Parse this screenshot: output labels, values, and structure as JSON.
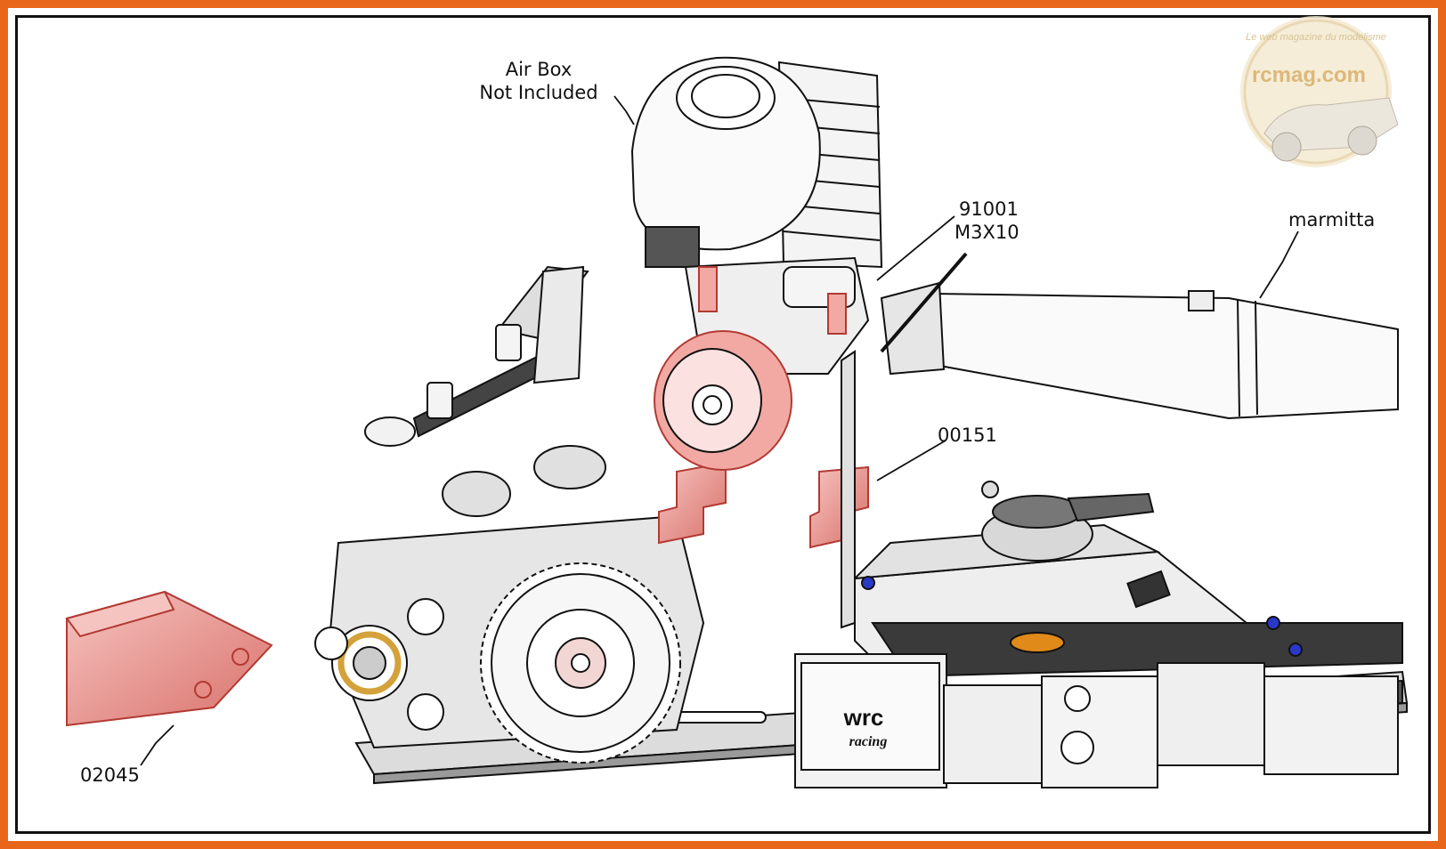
{
  "labels": {
    "air_box_line1": "Air Box",
    "air_box_line2": "Not Included",
    "screw_code": "91001",
    "screw_size": "M3X10",
    "muffler": "marmitta",
    "mount_code": "00151",
    "airscoop_code": "02045"
  },
  "watermark": {
    "site": "rcmag.com",
    "tagline": "Le web magazine du modelisme"
  },
  "servo_branding": {
    "logo": "wrc",
    "sub": "racing"
  },
  "colors": {
    "frame": "#e8661a",
    "highlight_part": "#f2a9a4",
    "highlight_stroke": "#b23a33",
    "line": "#111111",
    "metal": "#d9d9d9",
    "gold": "#d4a13a",
    "blue_nut": "#2a38c8",
    "orange_part": "#e08a1a",
    "watermark": "#e6d2a8"
  },
  "icons": [
    "engine-icon",
    "muffler-icon",
    "gear-icon",
    "servo-icon",
    "chassis-icon",
    "airscoop-icon",
    "watermark-logo-icon"
  ]
}
